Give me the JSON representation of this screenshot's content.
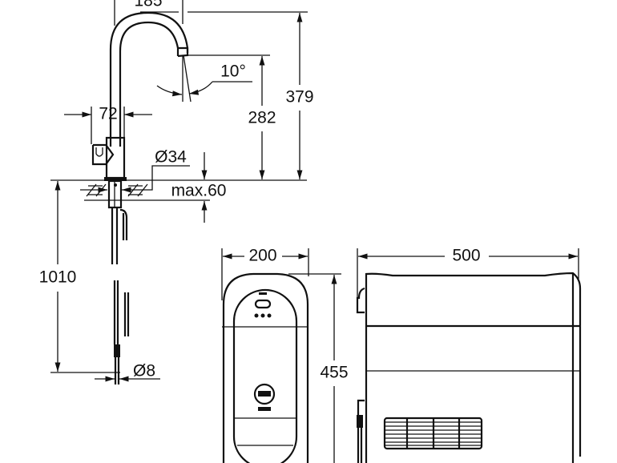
{
  "title": "Faucet and chiller unit dimension drawing",
  "dimensions": {
    "spout_reach": "185",
    "angle": "10°",
    "spout_height": "282",
    "total_height": "379",
    "base_width": "72",
    "hole_diameter": "Ø34",
    "counter_thickness": "max.60",
    "hose_length": "1010",
    "hose_diameter": "Ø8",
    "unit_width": "200",
    "unit_height": "455",
    "unit_depth": "500"
  },
  "colors": {
    "line": "#111111",
    "background": "#ffffff"
  }
}
